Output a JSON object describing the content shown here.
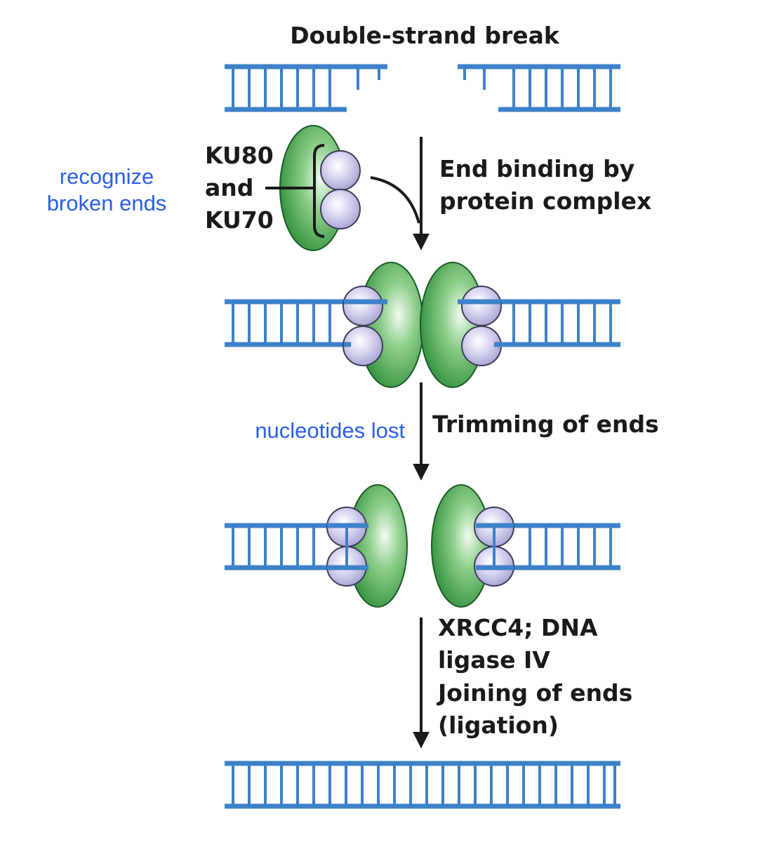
{
  "title": "Double-strand break",
  "protein_label": {
    "line1": "KU80",
    "line2": "and",
    "line3": "KU70"
  },
  "notes": {
    "recognize_line1": "recognize",
    "recognize_line2": "broken ends",
    "nucleotides_lost": "nucleotides lost"
  },
  "steps": {
    "step1_line1": "End binding by",
    "step1_line2": "protein complex",
    "step2": "Trimming of ends",
    "step3_line1": "XRCC4; DNA",
    "step3_line2": "ligase IV",
    "step3_line3": "Joining of ends",
    "step3_line4": "(ligation)"
  },
  "colors": {
    "dna": "#3d82c8",
    "protein_green": "#3f9a48",
    "protein_dark": "#1b5a27",
    "ku_subunit": "#c6c3e6",
    "note_text": "#2b5ee8",
    "label_text": "#1a1a1a"
  }
}
